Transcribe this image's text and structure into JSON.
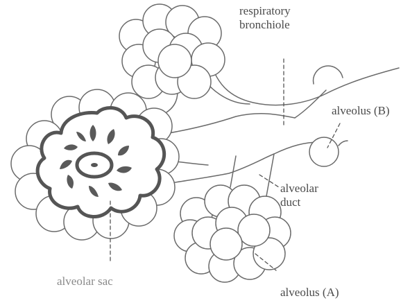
{
  "labels": {
    "respiratory_bronchiole_line1": "respiratory",
    "respiratory_bronchiole_line2": "bronchiole",
    "alveolus_b": "alveolus (B)",
    "alveolar_duct_line1": "alveolar",
    "alveolar_duct_line2": "duct",
    "alveolar_sac": "alveolar sac",
    "alveolus_a": "alveolus (A)"
  },
  "colors": {
    "outline": "#6a6a6a",
    "thick_outline": "#555555",
    "label_text": "#4a4a4a",
    "background": "#ffffff"
  }
}
